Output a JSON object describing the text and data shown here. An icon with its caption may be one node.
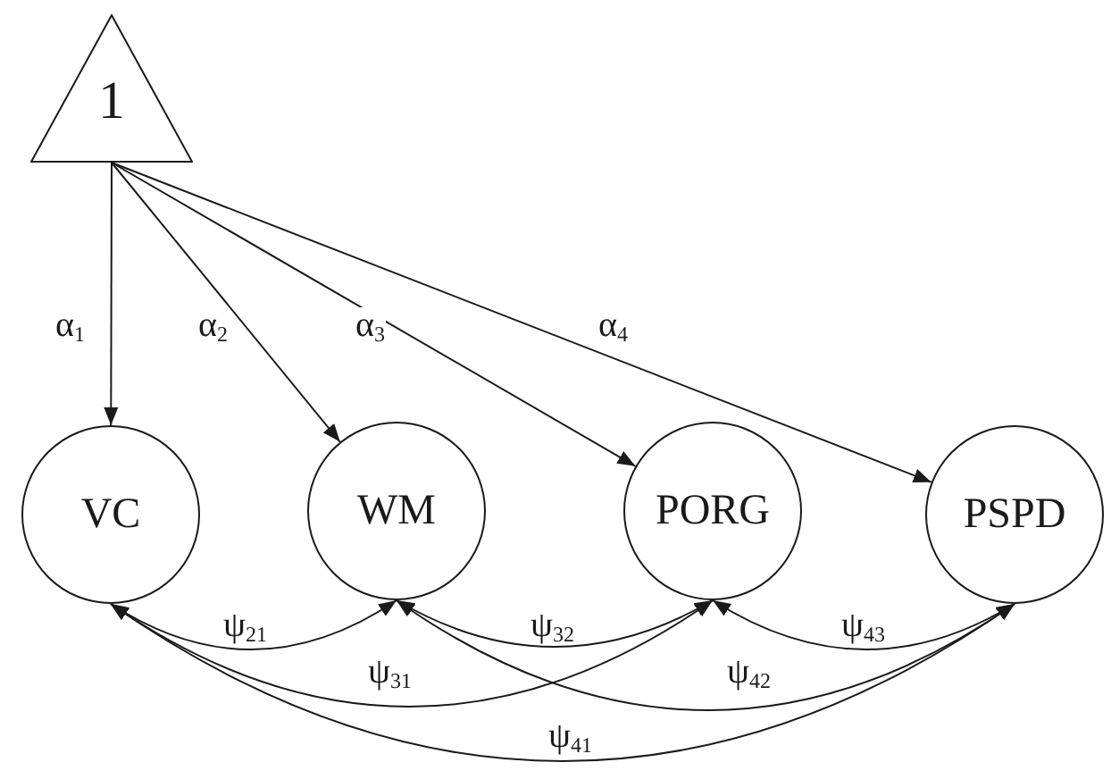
{
  "diagram": {
    "nodes": [
      {
        "text": [
          "1"
        ]
      },
      {
        "text": [
          "VC"
        ]
      },
      {
        "text": [
          "WM"
        ]
      },
      {
        "text": [
          "PORG"
        ]
      },
      {
        "text": [
          "PSPD"
        ]
      }
    ],
    "edges": [
      {
        "from": 0,
        "to": 1,
        "arrow": "to",
        "label": "α$_{1}$"
      },
      {
        "from": 0,
        "to": 2,
        "arrow": "to",
        "label": "α$_{2}$"
      },
      {
        "from": 0,
        "to": 3,
        "arrow": "to",
        "label": "α$_{3}$"
      },
      {
        "from": 0,
        "to": 4,
        "arrow": "to",
        "label": "α$_{4}$"
      },
      {
        "from": 1,
        "to": 2,
        "arrow": "both",
        "label": "ψ$_{21}$"
      },
      {
        "from": 2,
        "to": 3,
        "arrow": "both",
        "label": "ψ$_{32}$"
      },
      {
        "from": 3,
        "to": 4,
        "arrow": "both",
        "label": "ψ$_{43}$"
      },
      {
        "from": 1,
        "to": 3,
        "arrow": "both",
        "label": "ψ$_{31}$"
      },
      {
        "from": 2,
        "to": 4,
        "arrow": "both",
        "label": "ψ$_{42}$"
      },
      {
        "from": 1,
        "to": 4,
        "arrow": "both",
        "label": "ψ$_{41}$"
      }
    ]
  }
}
